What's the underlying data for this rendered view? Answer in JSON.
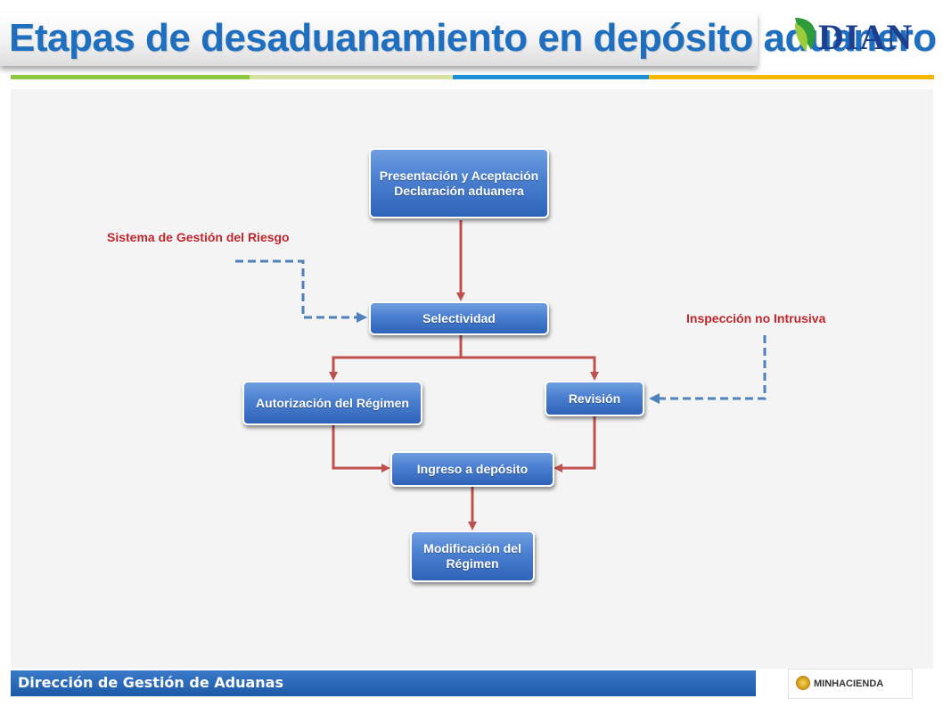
{
  "header": {
    "title": "Etapas de desaduanamiento en depósito aduanero",
    "logo_text": "DIAN",
    "logo_icon": "dian-leaf-logo"
  },
  "diagram": {
    "nodes": {
      "presentacion": "Presentación y Aceptación Declaración aduanera",
      "selectividad": "Selectividad",
      "autorizacion": "Autorización del Régimen",
      "revision": "Revisión",
      "ingreso": "Ingreso a depósito",
      "modificacion": "Modificación del Régimen"
    },
    "labels": {
      "riesgo": "Sistema de Gestión del Riesgo",
      "inspeccion": "Inspección no Intrusiva"
    },
    "colors": {
      "node_fill": "#4a7fd0",
      "solid_arrow": "#c0504d",
      "dashed_arrow": "#4f81bd",
      "label_red": "#c0262d"
    }
  },
  "footer": {
    "text": "Dirección de Gestión de Aduanas",
    "ministry_logo": "MINHACIENDA"
  },
  "theme": {
    "title_color": "#1f6fc0",
    "stripe_colors": [
      "#8dc63f",
      "#d7e4a1",
      "#1f8fd4",
      "#f5b800"
    ]
  }
}
